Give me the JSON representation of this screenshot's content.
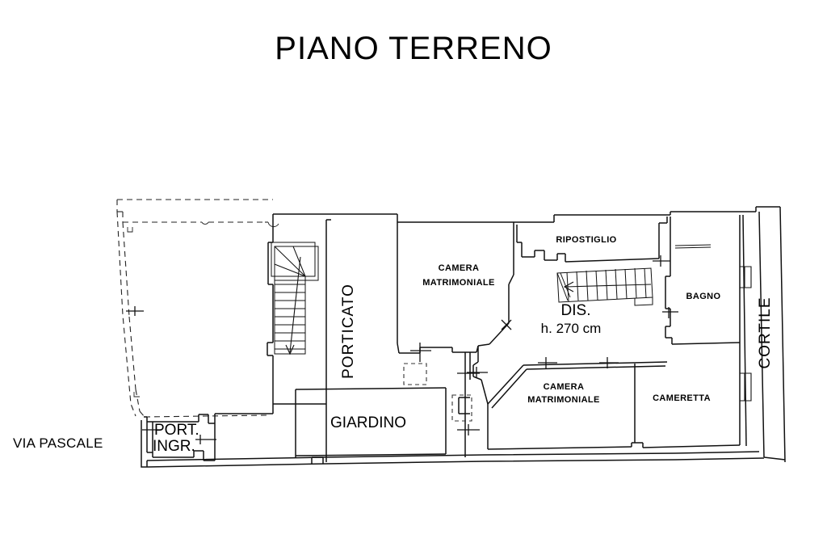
{
  "document": {
    "title": "PIANO TERRENO",
    "type": "architectural-floor-plan",
    "language": "it",
    "background_color": "#ffffff",
    "line_color": "#111111"
  },
  "labels": {
    "street": "VIA PASCALE",
    "courtyard": "CORTILE",
    "portico": "PORTICATO",
    "garden": "GIARDINO",
    "entrance_line1": "PORT.",
    "entrance_line2": "INGR.",
    "hall_name": "DIS.",
    "hall_height": "h. 270 cm",
    "storage": "RIPOSTIGLIO",
    "bathroom": "BAGNO",
    "small_bedroom": "CAMERETTA",
    "bedroom_upper_line1": "CAMERA",
    "bedroom_upper_line2": "MATRIMONIALE",
    "bedroom_lower_line1": "CAMERA",
    "bedroom_lower_line2": "MATRIMONIALE"
  },
  "rooms": [
    {
      "id": "porticato",
      "label": "PORTICATO",
      "orientation": "vertical"
    },
    {
      "id": "giardino",
      "label": "GIARDINO",
      "orientation": "horizontal"
    },
    {
      "id": "portico-ingresso",
      "label": "PORT. INGR.",
      "orientation": "horizontal"
    },
    {
      "id": "camera-matrimoniale-nord",
      "label": "CAMERA MATRIMONIALE",
      "orientation": "horizontal"
    },
    {
      "id": "camera-matrimoniale-sud",
      "label": "CAMERA MATRIMONIALE",
      "orientation": "horizontal"
    },
    {
      "id": "cameretta",
      "label": "CAMERETTA",
      "orientation": "horizontal"
    },
    {
      "id": "bagno",
      "label": "BAGNO",
      "orientation": "horizontal"
    },
    {
      "id": "ripostiglio",
      "label": "RIPOSTIGLIO",
      "orientation": "horizontal"
    },
    {
      "id": "disimpegno",
      "label": "DIS. h. 270 cm",
      "orientation": "horizontal"
    },
    {
      "id": "cortile",
      "label": "CORTILE",
      "orientation": "vertical"
    }
  ],
  "annotations": {
    "ceiling_height_value": "270",
    "ceiling_height_unit": "cm",
    "staircases": 2,
    "dashed_boundary": "property line"
  }
}
